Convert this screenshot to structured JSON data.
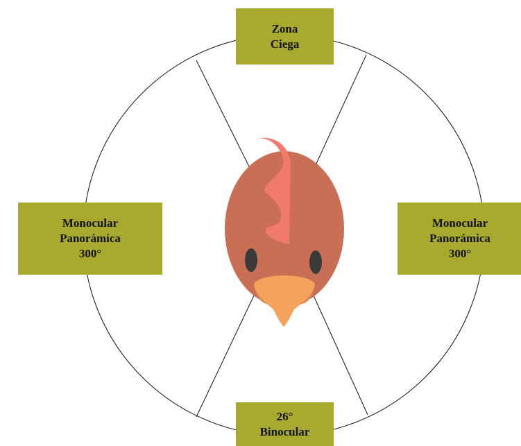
{
  "colors": {
    "label_fill": "#a8aa2f",
    "circle_stroke": "#222222",
    "head": "#c86f55",
    "comb": "#f07a6e",
    "beak": "#f5a25d",
    "wattle": "#d98a55",
    "eye": "#3a3a3a"
  },
  "labels": {
    "top": "Zona\nCiega",
    "left": "Monocular\nPanorámica\n300°",
    "right": "Monocular\nPanorámica\n300°",
    "bottom": "26°\nBinocular"
  },
  "icon": "chicken-head-icon"
}
